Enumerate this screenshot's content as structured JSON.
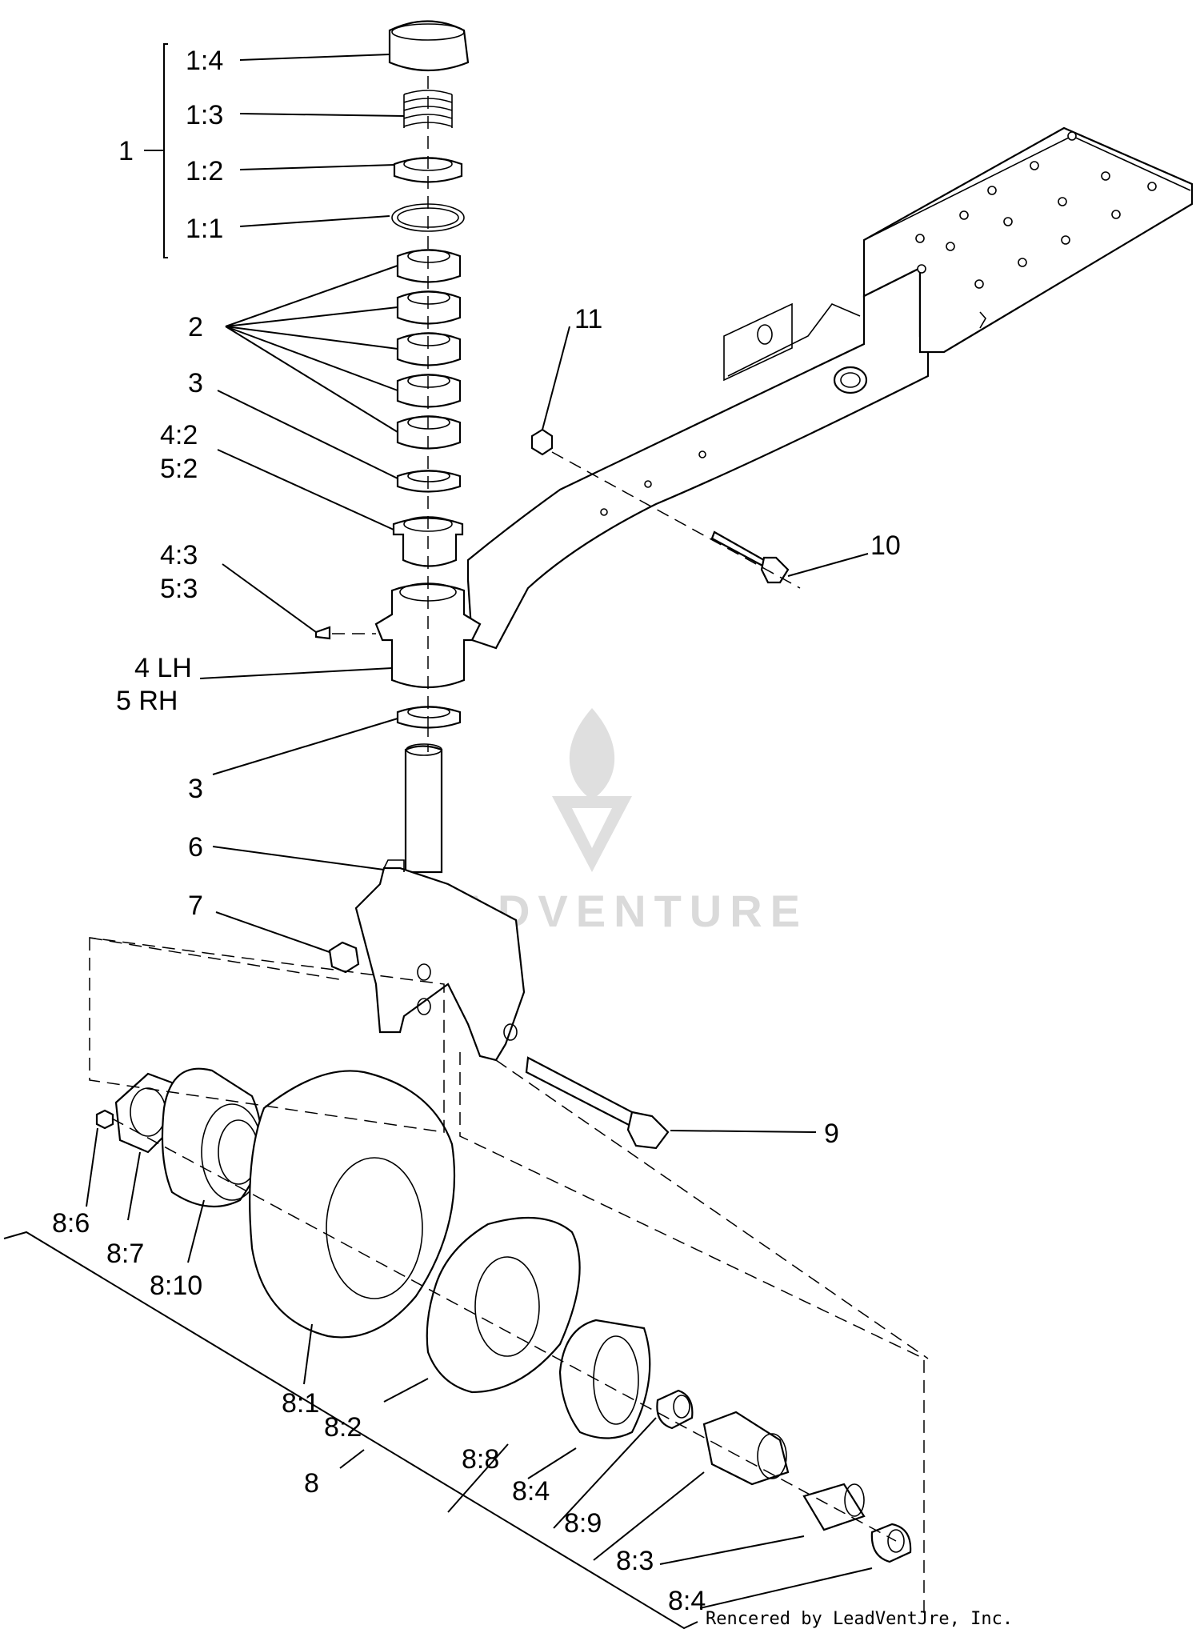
{
  "callouts": {
    "c1_4": "1:4",
    "c1_3": "1:3",
    "c1_2": "1:2",
    "c1_1": "1:1",
    "c1": "1",
    "c2": "2",
    "c3a": "3",
    "c4_2": "4:2",
    "c5_2": "5:2",
    "c4_3": "4:3",
    "c5_3": "5:3",
    "c4": "4 LH",
    "c5": "5 RH",
    "c3b": "3",
    "c6": "6",
    "c7": "7",
    "c9": "9",
    "c10": "10",
    "c11": "11",
    "c8_6": "8:6",
    "c8_7": "8:7",
    "c8_10": "8:10",
    "c8_1": "8:1",
    "c8_2": "8:2",
    "c8": "8",
    "c8_8": "8:8",
    "c8_4a": "8:4",
    "c8_9": "8:9",
    "c8_3": "8:3",
    "c8_4b": "8:4"
  },
  "watermark": {
    "brand": "LEADVENTURE"
  },
  "credit": "Rencered by LeadVentJre, Inc."
}
